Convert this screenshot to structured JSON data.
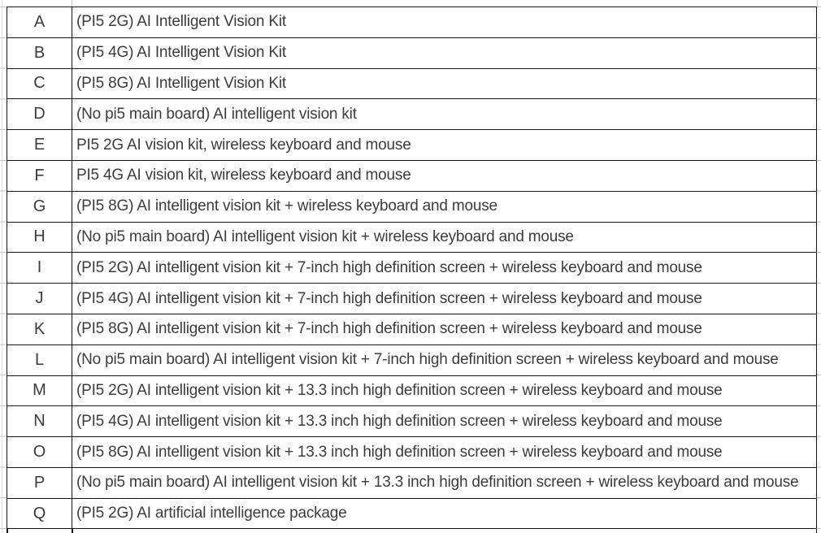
{
  "colors": {
    "border": "#141414",
    "text": "#3c3c3c",
    "gridline": "#c4c4c4",
    "background": "#ffffff"
  },
  "table": {
    "rows": [
      {
        "key": "A",
        "desc": "(PI5 2G) AI Intelligent Vision Kit"
      },
      {
        "key": "B",
        "desc": "(PI5 4G) AI Intelligent Vision Kit"
      },
      {
        "key": "C",
        "desc": "(PI5 8G) AI Intelligent Vision Kit"
      },
      {
        "key": "D",
        "desc": "(No pi5 main board) AI intelligent vision kit"
      },
      {
        "key": "E",
        "desc": "PI5 2G AI vision kit, wireless keyboard and mouse"
      },
      {
        "key": "F",
        "desc": "PI5 4G AI vision kit, wireless keyboard and mouse"
      },
      {
        "key": "G",
        "desc": "(PI5 8G) AI intelligent vision kit + wireless keyboard and mouse"
      },
      {
        "key": "H",
        "desc": "(No pi5 main board) AI intelligent vision kit + wireless keyboard and mouse"
      },
      {
        "key": "I",
        "desc": "(PI5 2G) AI intelligent vision kit + 7-inch high definition screen + wireless keyboard and mouse"
      },
      {
        "key": "J",
        "desc": "(PI5 4G) AI intelligent vision kit + 7-inch high definition screen + wireless keyboard and mouse"
      },
      {
        "key": "K",
        "desc": "(PI5 8G) AI intelligent vision kit + 7-inch high definition screen + wireless keyboard and mouse"
      },
      {
        "key": "L",
        "desc": "(No pi5 main board) AI intelligent vision kit + 7-inch high definition screen + wireless keyboard and mouse"
      },
      {
        "key": "M",
        "desc": "(PI5 2G) AI intelligent vision kit + 13.3 inch high definition screen + wireless keyboard and mouse"
      },
      {
        "key": "N",
        "desc": "(PI5 4G) AI intelligent vision kit + 13.3 inch high definition screen + wireless keyboard and mouse"
      },
      {
        "key": "O",
        "desc": "(PI5 8G) AI intelligent vision kit + 13.3 inch high definition screen + wireless keyboard and mouse"
      },
      {
        "key": "P",
        "desc": "(No pi5 main board) AI intelligent vision kit + 13.3 inch high definition screen + wireless keyboard and mouse"
      },
      {
        "key": "Q",
        "desc": "(PI5 2G) AI artificial intelligence package"
      }
    ]
  }
}
